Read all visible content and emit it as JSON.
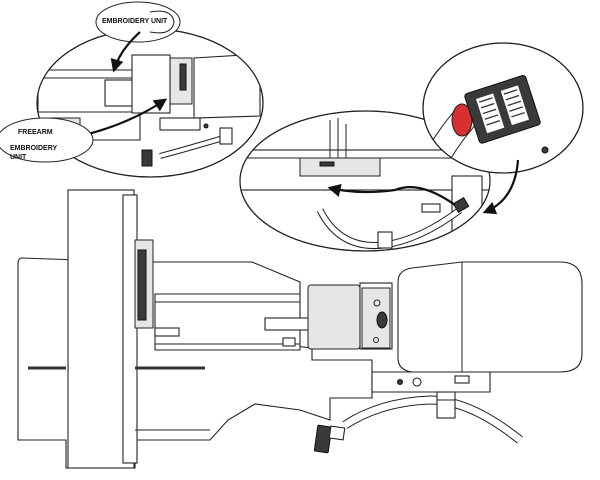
{
  "labels": {
    "embroidery_unit_top": "EMBROIDERY UNIT",
    "freearm": "FREEARM",
    "embroidery_unit_line1": "EMBROIDERY",
    "embroidery_unit_line2": "UNIT"
  }
}
